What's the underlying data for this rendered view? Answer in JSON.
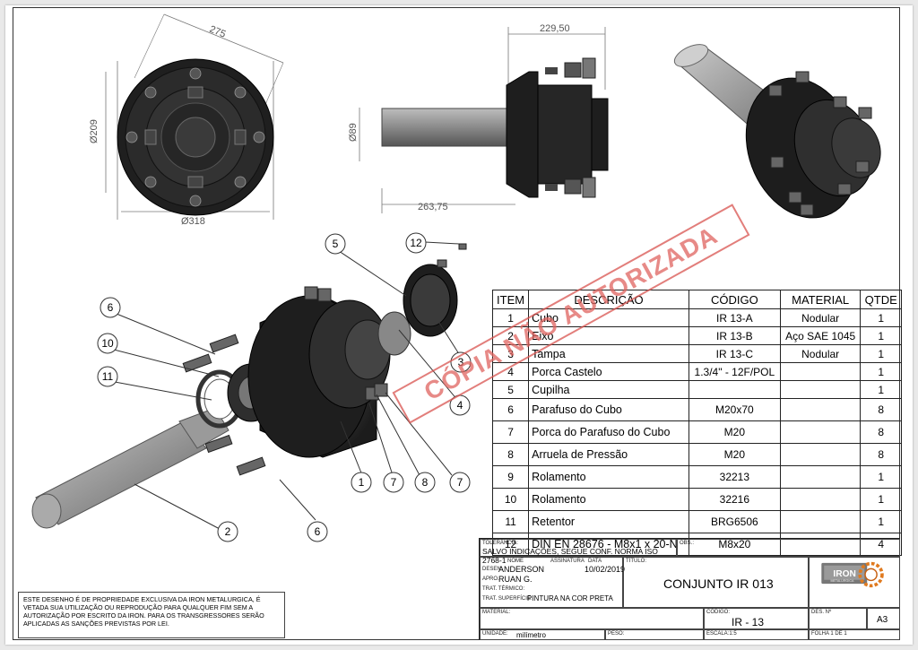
{
  "dimensions": {
    "front_diag": "275",
    "front_height": "Ø209",
    "front_width": "Ø318",
    "side_top": "229,50",
    "side_dia": "Ø89",
    "side_bottom": "263,75"
  },
  "balloons": [
    "5",
    "12",
    "6",
    "10",
    "11",
    "2",
    "6",
    "1",
    "7",
    "8",
    "7",
    "4",
    "3"
  ],
  "bom": {
    "headers": [
      "ITEM",
      "DESCRIÇÃO",
      "CÓDIGO",
      "MATERIAL",
      "QTDE"
    ],
    "rows": [
      {
        "item": "1",
        "desc": "Cubo",
        "code": "IR 13-A",
        "material": "Nodular",
        "qty": "1"
      },
      {
        "item": "2",
        "desc": "Eixo",
        "code": "IR 13-B",
        "material": "Aço SAE 1045",
        "qty": "1"
      },
      {
        "item": "3",
        "desc": "Tampa",
        "code": "IR 13-C",
        "material": "Nodular",
        "qty": "1"
      },
      {
        "item": "4",
        "desc": "Porca Castelo",
        "code": "1.3/4\" - 12F/POL",
        "material": "",
        "qty": "1"
      },
      {
        "item": "5",
        "desc": "Cupilha",
        "code": "",
        "material": "",
        "qty": "1"
      },
      {
        "item": "6",
        "desc": "Parafuso do Cubo",
        "code": "M20x70",
        "material": "",
        "qty": "8"
      },
      {
        "item": "7",
        "desc": "Porca do Parafuso do Cubo",
        "code": "M20",
        "material": "",
        "qty": "8"
      },
      {
        "item": "8",
        "desc": "Arruela de Pressão",
        "code": "M20",
        "material": "",
        "qty": "8"
      },
      {
        "item": "9",
        "desc": "Rolamento",
        "code": "32213",
        "material": "",
        "qty": "1"
      },
      {
        "item": "10",
        "desc": "Rolamento",
        "code": "32216",
        "material": "",
        "qty": "1"
      },
      {
        "item": "11",
        "desc": "Retentor",
        "code": "BRG6506",
        "material": "",
        "qty": "1"
      },
      {
        "item": "12",
        "desc": "DIN EN 28676 - M8x1 x 20-N",
        "code": "M8x20",
        "material": "",
        "qty": "4"
      }
    ]
  },
  "stamp": "CÓPIA NÃO AUTORIZADA",
  "title_block": {
    "tolerancia_label": "TOLERÂNCIA:",
    "tolerancia": "SALVO INDICAÇÕES, SEGUE CONF. NORMA ISO 2768-1",
    "obs_label": "OBS.:",
    "nome_label": "NOME",
    "assinatura_label": "ASSINATURA",
    "data_label": "DATA",
    "titulo_label": "TÍTULO:",
    "desen_label": "DESEN.",
    "desen": "ANDERSON",
    "data": "10/02/2019",
    "aprov_label": "APRO.",
    "aprov": "RUAN G.",
    "trat_termico_label": "TRAT. TÉRMICO:",
    "trat_superficie_label": "TRAT. SUPERFÍCIE:",
    "trat_superficie": "PINTURA NA COR PRETA",
    "title": "CONJUNTO IR 013",
    "material_label": "MATERIAL:",
    "codigo_label": "CÓDIGO:",
    "codigo": "IR - 13",
    "des_label": "DES. Nº",
    "size": "A3",
    "unidade_label": "UNIDADE:",
    "unidade": "milímetro",
    "peso_label": "PESO:",
    "escala": "ESCALA:1:5",
    "folha": "FOLHA 1 DE 1"
  },
  "logo_text": "IRON",
  "logo_sub": "METALURGICA",
  "notice": "Este desenho é de propriedade exclusiva da IRON METALURGICA, é vetada sua utilização ou reprodução para qualquer fim sem a autorização por escrito da IRON. Para os transgressores serão aplicadas as sanções previstas por lei."
}
